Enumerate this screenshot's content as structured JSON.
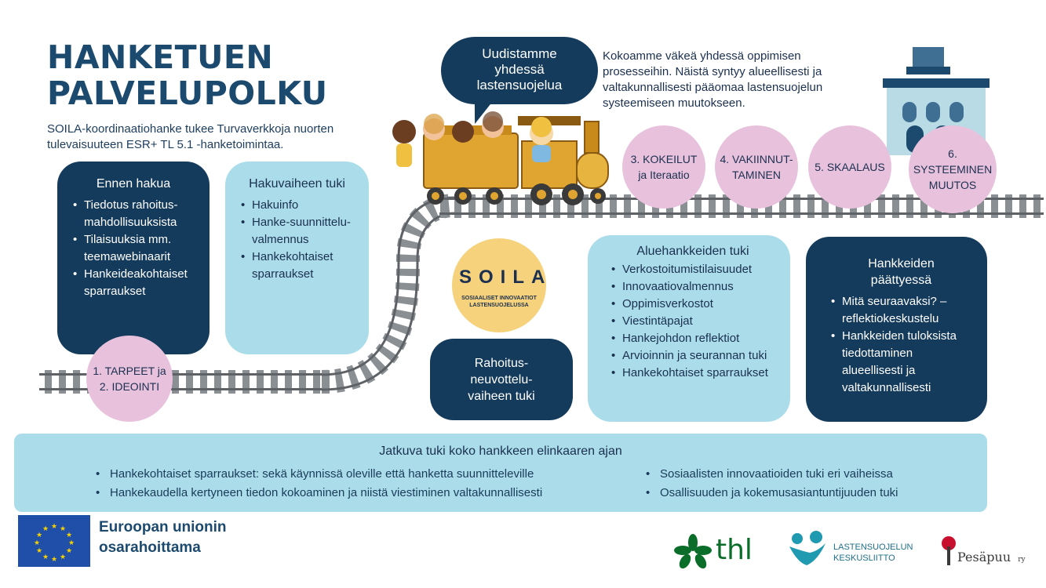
{
  "title": {
    "line1": "HANKETUEN",
    "line2": "PALVELUPOLKU"
  },
  "subtitle": "SOILA-koordinaatiohanke tukee Turvaverkkoja nuorten tulevaisuuteen ESR+ TL 5.1 -hanketoimintaa.",
  "bubble": "Uudistamme yhdessä lastensuojelua",
  "intro": "Kokoamme väkeä yhdessä oppimisen prosesseihin. Näistä syntyy alueellisesti ja valtakunnallisesti pääomaa lastensuojelun systeemiseen muutokseen.",
  "cards": {
    "ennen": {
      "title": "Ennen hakua",
      "items": [
        "Tiedotus rahoitus-mahdollisuuksista",
        "Tilaisuuksia mm. teemawebinaarit",
        "Hankeideakohtaiset sparraukset"
      ]
    },
    "hakuvaihe": {
      "title": "Hakuvaiheen tuki",
      "items": [
        "Hakuinfo",
        "Hanke-suunnittelu-valmennus",
        "Hankekohtaiset sparraukset"
      ]
    },
    "rahoitus": {
      "title": "Rahoitus-neuvottelu-vaiheen tuki"
    },
    "alue": {
      "title": "Aluehankkeiden tuki",
      "items": [
        "Verkostoitumistilaisuudet",
        "Innovaatiovalmennus",
        "Oppimisverkostot",
        "Viestintäpajat",
        "Hankejohdon reflektiot",
        "Arvioinnin ja seurannan tuki",
        "Hankekohtaiset sparraukset"
      ]
    },
    "paattyessa": {
      "title": "Hankkeiden päättyessä",
      "items": [
        "Mitä seuraavaksi? –reflektiokeskustelu",
        "Hankkeiden tuloksista tiedottaminen alueellisesti ja valtakunnallisesti"
      ]
    }
  },
  "stages": {
    "s12": "1. TARPEET ja 2. IDEOINTI",
    "s3": "3. KOKEILUT ja Iteraatio",
    "s4": "4. VAKIINNUT-TAMINEN",
    "s5": "5. SKAALAUS",
    "s6": "6. SYSTEEMINEN MUUTOS"
  },
  "soila": {
    "word": "SOILA",
    "sub": "SOSIAALISET INNOVAATIOT LASTENSUOJELUSSA"
  },
  "band": {
    "title": "Jatkuva tuki koko hankkeen elinkaaren ajan",
    "left": [
      "Hankekohtaiset sparraukset: sekä käynnissä oleville että hanketta suunnitteleville",
      "Hankekaudella kertyneen tiedon kokoaminen ja niistä viestiminen valtakunnallisesti"
    ],
    "right": [
      "Sosiaalisten innovaatioiden tuki eri vaiheissa",
      "Osallisuuden ja kokemusasiantuntijuuden tuki"
    ]
  },
  "footer": {
    "eu": {
      "line1": "Euroopan unionin",
      "line2": "osarahoittama"
    },
    "thl": "thl",
    "lsk": {
      "line1": "LASTENSUOJELUN",
      "line2": "KESKUSLIITTO"
    },
    "pesapuu": "Pesäpuu",
    "pesapuu_ry": "ry"
  },
  "colors": {
    "dark": "#143b5c",
    "light": "#aadde9",
    "pink": "#e8c2dd",
    "title": "#1c4a6e",
    "soila": "#f6d27c",
    "track": "#6b6f73",
    "train": "#e0a530"
  },
  "icons": [
    "train-icon",
    "children-icon",
    "building-icon",
    "eu-flag-icon",
    "thl-logo-icon",
    "lsk-logo-icon",
    "pesapuu-logo-icon"
  ]
}
